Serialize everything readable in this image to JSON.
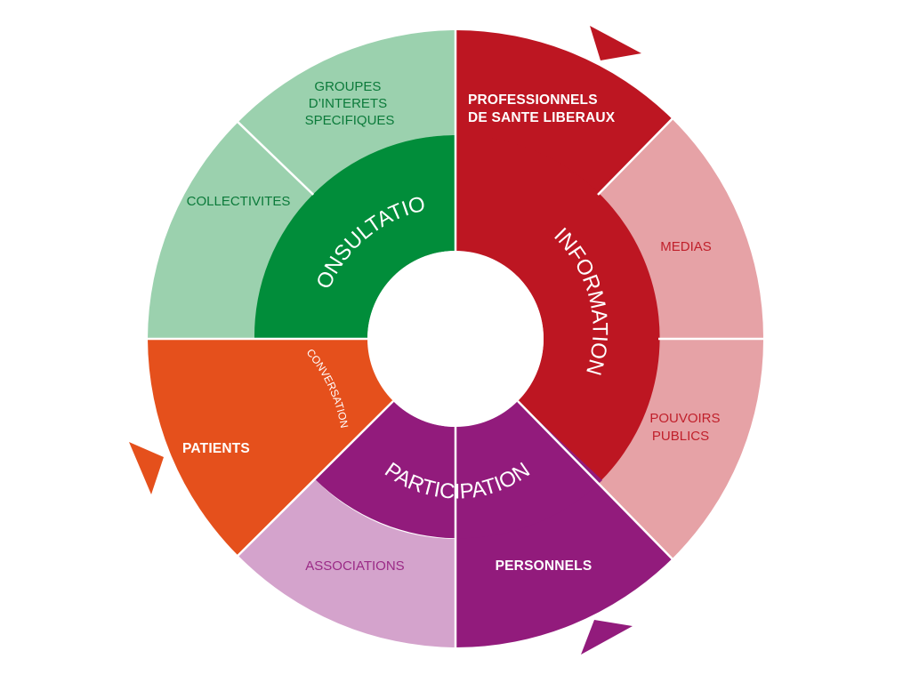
{
  "diagram": {
    "colors": {
      "consultation": "#018d3a",
      "consultation_light": "#9bd1ae",
      "consultation_text": "#0b7a3a",
      "information": "#bd1622",
      "information_light": "#e6a2a6",
      "information_text": "#c0202b",
      "participation": "#921b7c",
      "participation_light": "#d4a3cc",
      "participation_text": "#9a2a86",
      "conversation": "#e5501c",
      "white": "#ffffff"
    },
    "inner_ring": {
      "consultation": "CONSULTATION",
      "information": "INFORMATION",
      "participation": "PARTICIPATION",
      "conversation": "CONVERSATION"
    },
    "outer_ring": {
      "groupes": [
        "GROUPES",
        "D’INTERETS",
        "SPECIFIQUES"
      ],
      "collectivites": "COLLECTIVITES",
      "professionnels": [
        "PROFESSIONNELS",
        "DE SANTE LIBERAUX"
      ],
      "medias": "MEDIAS",
      "pouvoirs": [
        "POUVOIRS",
        "PUBLICS"
      ],
      "personnels": "PERSONNELS",
      "associations": "ASSOCIATIONS",
      "patients": "PATIENTS"
    }
  }
}
